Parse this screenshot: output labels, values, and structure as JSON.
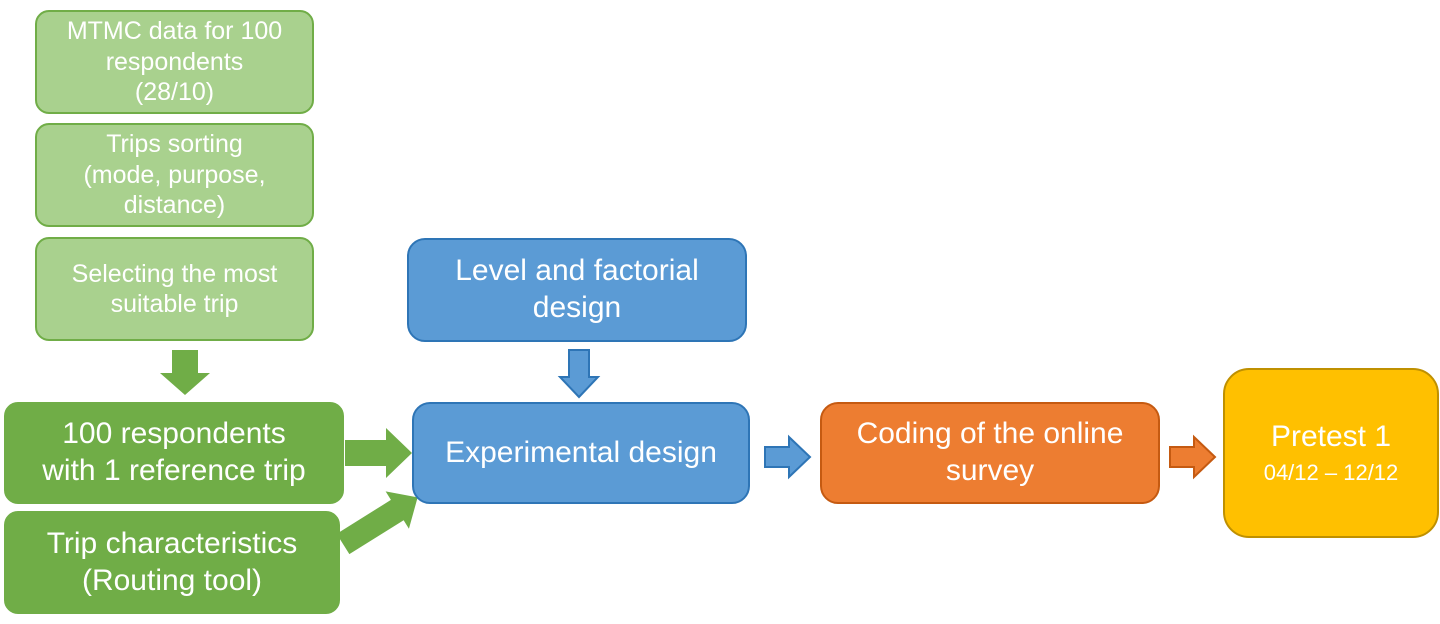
{
  "boxes": {
    "mtmc": {
      "lines": [
        "MTMC data for 100",
        "respondents",
        "(28/10)"
      ]
    },
    "sorting": {
      "lines": [
        "Trips sorting",
        "(mode, purpose,",
        "distance)"
      ]
    },
    "selecting": {
      "lines": [
        "Selecting the most",
        "suitable trip"
      ]
    },
    "respondents": {
      "lines": [
        "100 respondents",
        "with 1 reference trip"
      ]
    },
    "characteristics": {
      "lines": [
        "Trip characteristics",
        "(Routing tool)"
      ]
    },
    "level": {
      "lines": [
        "Level and factorial",
        "design"
      ]
    },
    "experimental": {
      "lines": [
        "Experimental design"
      ]
    },
    "coding": {
      "lines": [
        "Coding of the online",
        "survey"
      ]
    },
    "pretest": {
      "title": "Pretest 1",
      "dates": "04/12 – 12/12"
    }
  },
  "colors": {
    "light_green": "#a9d18e",
    "green": "#70ad47",
    "blue": "#5b9bd5",
    "blue_border": "#2e75b6",
    "orange": "#ed7d31",
    "orange_border": "#c55a11",
    "yellow": "#ffc000",
    "yellow_border": "#bf9000"
  }
}
